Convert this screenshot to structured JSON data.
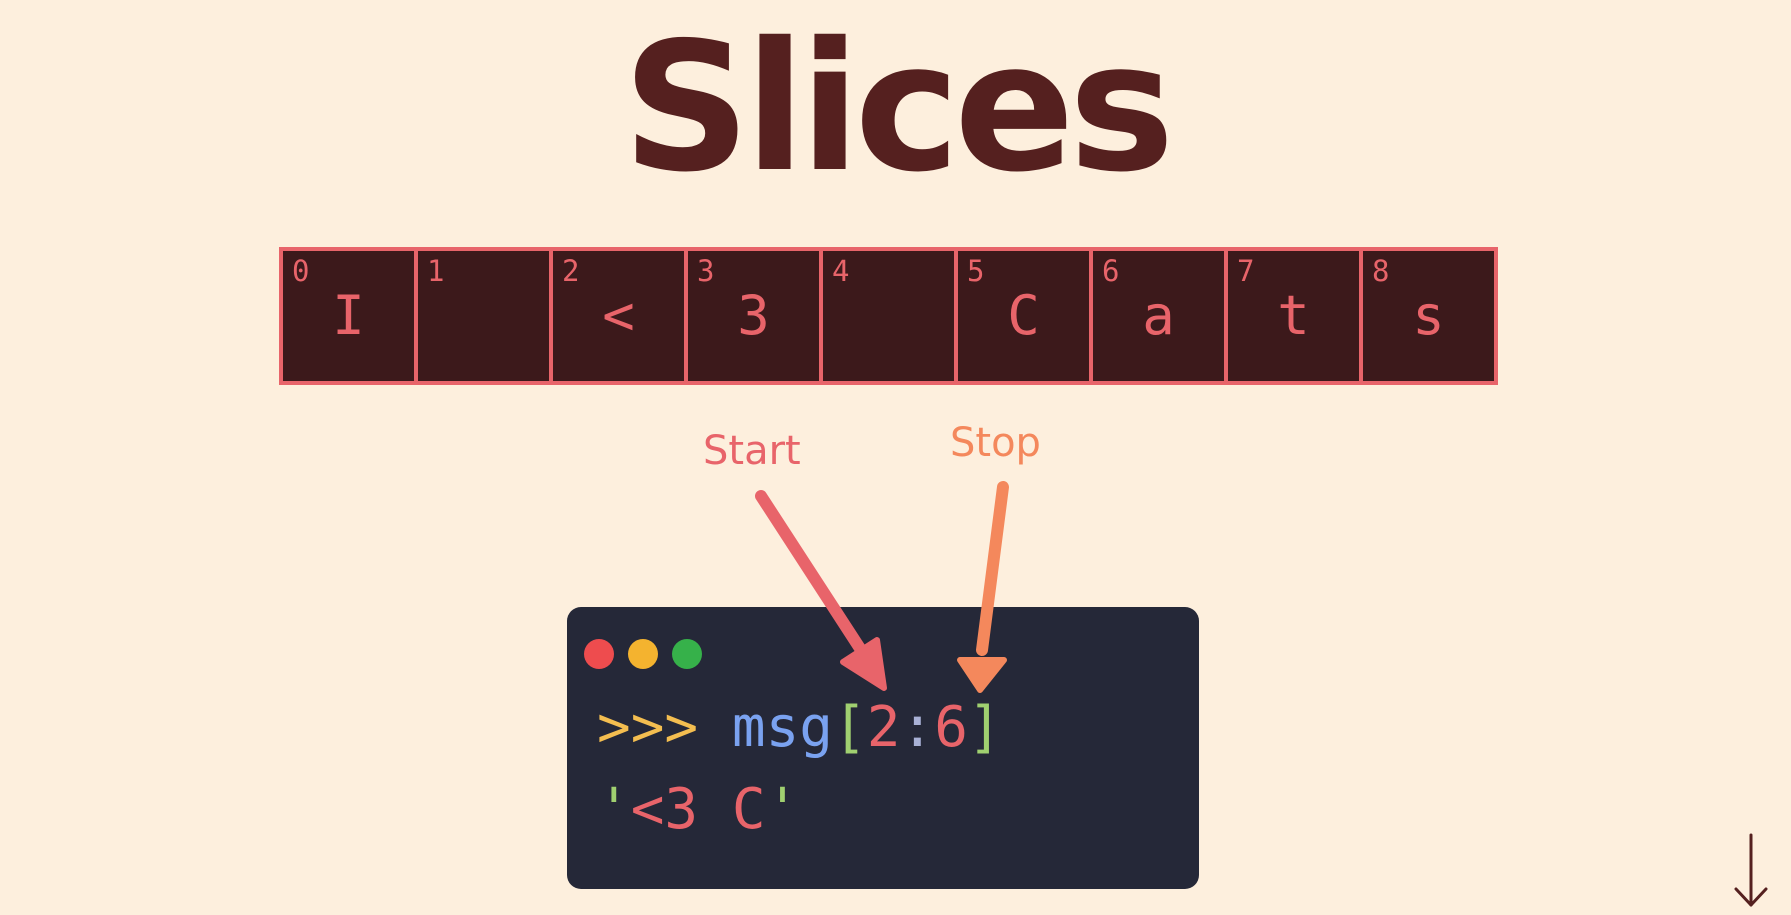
{
  "title": "Slices",
  "cells": [
    {
      "index": "0",
      "char": "I"
    },
    {
      "index": "1",
      "char": " "
    },
    {
      "index": "2",
      "char": "<"
    },
    {
      "index": "3",
      "char": "3"
    },
    {
      "index": "4",
      "char": " "
    },
    {
      "index": "5",
      "char": "C"
    },
    {
      "index": "6",
      "char": "a"
    },
    {
      "index": "7",
      "char": "t"
    },
    {
      "index": "8",
      "char": "s"
    }
  ],
  "labels": {
    "start": "Start",
    "stop": "Stop"
  },
  "terminal": {
    "prompt": ">>>",
    "variable": "msg",
    "open_bracket": "[",
    "start_value": "2",
    "colon": ":",
    "stop_value": "6",
    "close_bracket": "]",
    "result_quote_open": "'",
    "result_text": "<3 C",
    "result_quote_close": "'"
  },
  "colors": {
    "background": "#fdefdd",
    "title": "#55201f",
    "cell_fill": "#3c191b",
    "cell_accent": "#e8646a",
    "stop_arrow": "#f4885c",
    "terminal_bg": "#252838"
  },
  "icons": {
    "scroll_hint": "arrow-down-icon"
  }
}
